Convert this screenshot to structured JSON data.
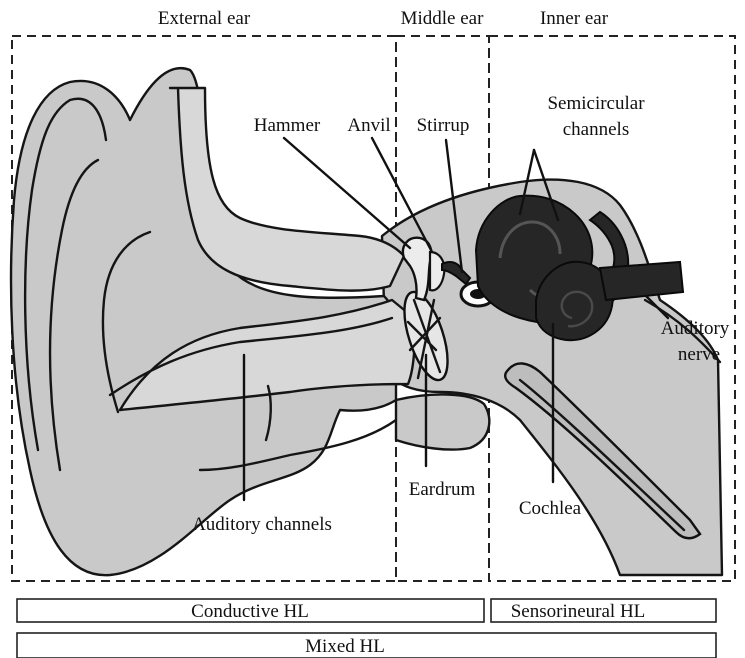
{
  "regions": {
    "external": "External ear",
    "middle": "Middle ear",
    "inner": "Inner ear"
  },
  "labels": {
    "hammer": "Hammer",
    "anvil": "Anvil",
    "stirrup": "Stirrup",
    "semicircular_line1": "Semicircular",
    "semicircular_line2": "channels",
    "auditory_nerve_line1": "Auditory",
    "auditory_nerve_line2": "nerve",
    "auditory_channels": "Auditory channels",
    "eardrum": "Eardrum",
    "cochlea": "Cochlea"
  },
  "bars": {
    "conductive": "Conductive HL",
    "sensorineural": "Sensorineural HL",
    "mixed": "Mixed HL"
  },
  "colors": {
    "tissue": "#c9c9c9",
    "dark_structure": "#262626",
    "outline": "#151515"
  }
}
